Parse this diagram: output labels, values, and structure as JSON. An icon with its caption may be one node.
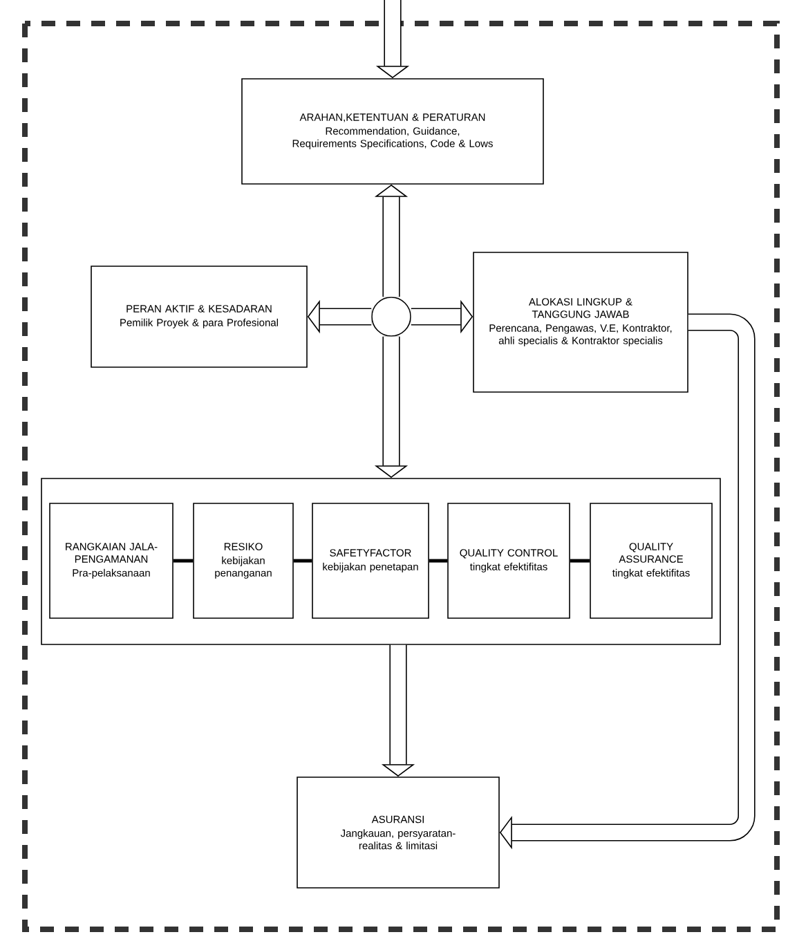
{
  "diagram": {
    "nodes": [
      {
        "text": [
          "ARAHAN,KETENTUAN & PERATURAN",
          "Recommendation, Guidance, Requirements Specifications, Code & Lows"
        ]
      },
      {
        "text": [],
        "shape": "circle"
      },
      {
        "text": [
          "PERAN AKTIF & KESADARAN",
          "Pemilik Proyek & para Profesional"
        ]
      },
      {
        "text": [
          "ALOKASI LINGKUP & TANGGUNG JAWAB",
          "Perencana, Pengawas, V.E, Kontraktor, ahli specialis & Kontraktor specialis"
        ]
      },
      {
        "text": [],
        "shape": "box"
      },
      {
        "text": [
          "RANGKAIAN JALA-PENGAMANAN",
          "Pra-pelaksanaan"
        ],
        "in": 4
      },
      {
        "text": [
          "RESIKO",
          "kebijakan penanganan"
        ],
        "in": 4
      },
      {
        "text": [
          "SAFETYFACTOR",
          "kebijakan penetapan"
        ],
        "in": 4
      },
      {
        "text": [
          "QUALITY CONTROL",
          "tingkat efektifitas"
        ],
        "in": 4
      },
      {
        "text": [
          "QUALITY ASSURANCE",
          "tingkat efektifitas"
        ],
        "in": 4
      },
      {
        "text": [
          "ASURANSI",
          "Jangkauan, persyaratan-realitas & limitasi"
        ]
      }
    ],
    "edges": [
      {
        "from": null,
        "to": 0,
        "arrow": "to"
      },
      {
        "from": 1,
        "to": 0,
        "arrow": "to"
      },
      {
        "from": 1,
        "to": 2,
        "arrow": "to"
      },
      {
        "from": 1,
        "to": 3,
        "arrow": "to"
      },
      {
        "from": 1,
        "to": 4,
        "arrow": "to"
      },
      {
        "from": 5,
        "to": 6,
        "arrow": "none"
      },
      {
        "from": 6,
        "to": 7,
        "arrow": "none"
      },
      {
        "from": 7,
        "to": 8,
        "arrow": "none"
      },
      {
        "from": 8,
        "to": 9,
        "arrow": "none"
      },
      {
        "from": 4,
        "to": 10,
        "arrow": "to"
      },
      {
        "from": 3,
        "to": 10,
        "arrow": "to"
      }
    ]
  }
}
